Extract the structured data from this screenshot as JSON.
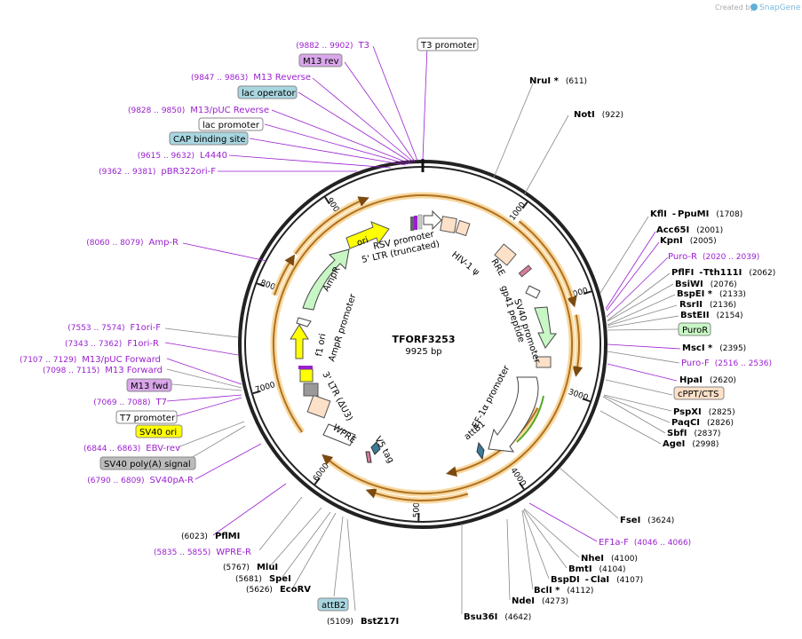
{
  "header": {
    "created_by": "Created by",
    "brand": "SnapGene"
  },
  "map": {
    "name": "TFORF3253",
    "size": "9925 bp",
    "ticks": [
      "1000",
      "2000",
      "3000",
      "4000",
      "5000",
      "6000",
      "7000",
      "8000",
      "9000"
    ]
  },
  "sites_right": [
    {
      "name": "NruI *",
      "pos": "(611)"
    },
    {
      "name": "NotI",
      "pos": "(922)"
    },
    {
      "name": "KflI",
      "sep": "-",
      "name2": "PpuMI",
      "pos": "(1708)"
    },
    {
      "name": "Acc65I",
      "pos": "(2001)"
    },
    {
      "name": "KpnI",
      "pos": "(2005)"
    },
    {
      "name": "PflFI",
      "sep": "-",
      "name2": "Tth111I",
      "pos": "(2062)"
    },
    {
      "name": "BsiWI",
      "pos": "(2076)"
    },
    {
      "name": "BspEI *",
      "pos": "(2133)"
    },
    {
      "name": "RsrII",
      "pos": "(2136)"
    },
    {
      "name": "BstEII",
      "pos": "(2154)"
    },
    {
      "name": "MscI *",
      "pos": "(2395)"
    },
    {
      "name": "HpaI",
      "pos": "(2620)"
    },
    {
      "name": "PspXI",
      "pos": "(2825)"
    },
    {
      "name": "PaqCI",
      "pos": "(2826)"
    },
    {
      "name": "SbfI",
      "pos": "(2837)"
    },
    {
      "name": "AgeI",
      "pos": "(2998)"
    },
    {
      "name": "FseI",
      "pos": "(3624)"
    },
    {
      "name": "NheI",
      "pos": "(4100)"
    },
    {
      "name": "BmtI",
      "pos": "(4104)"
    },
    {
      "name": "BspDI",
      "sep": "-",
      "name2": "ClaI",
      "pos": "(4107)"
    },
    {
      "name": "BclI *",
      "pos": "(4112)"
    },
    {
      "name": "NdeI",
      "pos": "(4273)"
    },
    {
      "name": "Bsu36I",
      "pos": "(4642)"
    }
  ],
  "sites_left": [
    {
      "name": "BstZ17I",
      "pos": "(5109)"
    },
    {
      "name": "EcoRV",
      "pos": "(5626)"
    },
    {
      "name": "SpeI",
      "pos": "(5681)"
    },
    {
      "name": "MluI",
      "pos": "(5767)"
    },
    {
      "name": "PflMI",
      "pos": "(6023)"
    }
  ],
  "primers": [
    {
      "name": "T3",
      "pos": "(9882 .. 9902)"
    },
    {
      "name": "M13 Reverse",
      "pos": "(9847 .. 9863)"
    },
    {
      "name": "M13/pUC Reverse",
      "pos": "(9828 .. 9850)"
    },
    {
      "name": "L4440",
      "pos": "(9615 .. 9632)"
    },
    {
      "name": "pBR322ori-F",
      "pos": "(9362 .. 9381)"
    },
    {
      "name": "Amp-R",
      "pos": "(8060 .. 8079)"
    },
    {
      "name": "F1ori-F",
      "pos": "(7553 .. 7574)"
    },
    {
      "name": "F1ori-R",
      "pos": "(7343 .. 7362)"
    },
    {
      "name": "M13/pUC Forward",
      "pos": "(7107 .. 7129)"
    },
    {
      "name": "M13 Forward",
      "pos": "(7098 .. 7115)"
    },
    {
      "name": "T7",
      "pos": "(7069 .. 7088)"
    },
    {
      "name": "EBV-rev",
      "pos": "(6844 .. 6863)"
    },
    {
      "name": "SV40pA-R",
      "pos": "(6790 .. 6809)"
    },
    {
      "name": "WPRE-R",
      "pos": "(5835 .. 5855)"
    },
    {
      "name": "Puro-R",
      "pos": "(2020 .. 2039)"
    },
    {
      "name": "Puro-F",
      "pos": "(2516 .. 2536)"
    },
    {
      "name": "EF1a-F",
      "pos": "(4046 .. 4066)"
    }
  ],
  "boxes": {
    "t3_promoter": "T3 promoter",
    "m13_rev": "M13 rev",
    "lac_operator": "lac operator",
    "lac_promoter": "lac promoter",
    "cap_site": "CAP binding site",
    "m13_fwd": "M13 fwd",
    "t7_promoter": "T7 promoter",
    "sv40_ori": "SV40 ori",
    "sv40_polya": "SV40 poly(A) signal",
    "puror": "PuroR",
    "cppt": "cPPT/CTS",
    "attb2": "attB2"
  },
  "features": {
    "rsv": "RSV promoter",
    "ltr5": "5' LTR (truncated)",
    "hiv": "HIV-1 ψ",
    "rre": "RRE",
    "sv40p": "SV40 promoter",
    "gp41": "gp41 peptide",
    "ef1a": "EF-1α promoter",
    "attb1": "attB1",
    "v5": "V5 tag",
    "wpre": "WPRE",
    "ltr3": "3' LTR (ΔU3)",
    "ampr": "AmpR",
    "amprp": "AmpR promoter",
    "f1": "f1 ori",
    "ori": "ori"
  },
  "colors": {
    "primer": "#9a1fcf",
    "orf": "#e0a030",
    "ampr": "#c8f7c5",
    "ori": "#ffff00",
    "misc": "#fde0c8"
  }
}
